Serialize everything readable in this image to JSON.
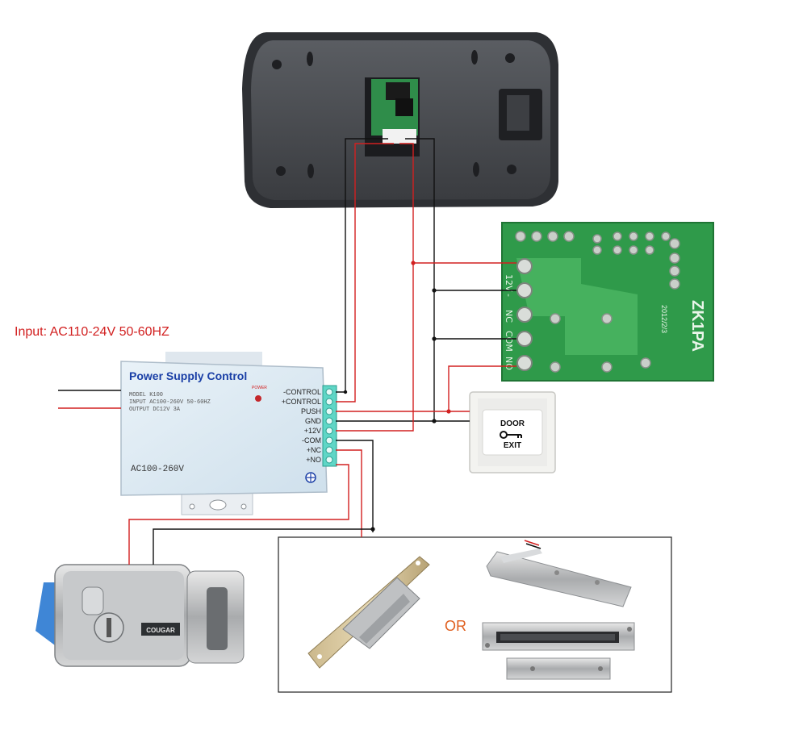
{
  "input_label": "Input: AC110-24V 50-60HZ",
  "psu": {
    "title": "Power Supply Control",
    "model": "MODEL  K100",
    "input": "INPUT  AC100-260V 50-60HZ",
    "output": "OUTPUT  DC12V 3A",
    "power_led_label": "POWER",
    "voltage": "AC100-260V",
    "terminals": [
      "-CONTROL",
      "+CONTROL",
      "PUSH",
      "GND",
      "+12V",
      "-COM",
      "+NC",
      "+NO"
    ]
  },
  "relay_board": {
    "label": "ZK1PA",
    "date": "2012/2/3",
    "pins": [
      "12V",
      "-",
      "NC",
      "COM",
      "NO"
    ]
  },
  "exit_button": {
    "line1": "DOOR",
    "line2": "EXIT"
  },
  "lock": {
    "brand": "COUGAR"
  },
  "alternatives": {
    "or_label": "OR"
  },
  "colors": {
    "wire_red": "#d22020",
    "wire_black": "#111111",
    "psu_title": "#1a3fa6",
    "input_label": "#d22020",
    "pcb_green": "#2f9a4a",
    "or_label": "#e06020"
  }
}
